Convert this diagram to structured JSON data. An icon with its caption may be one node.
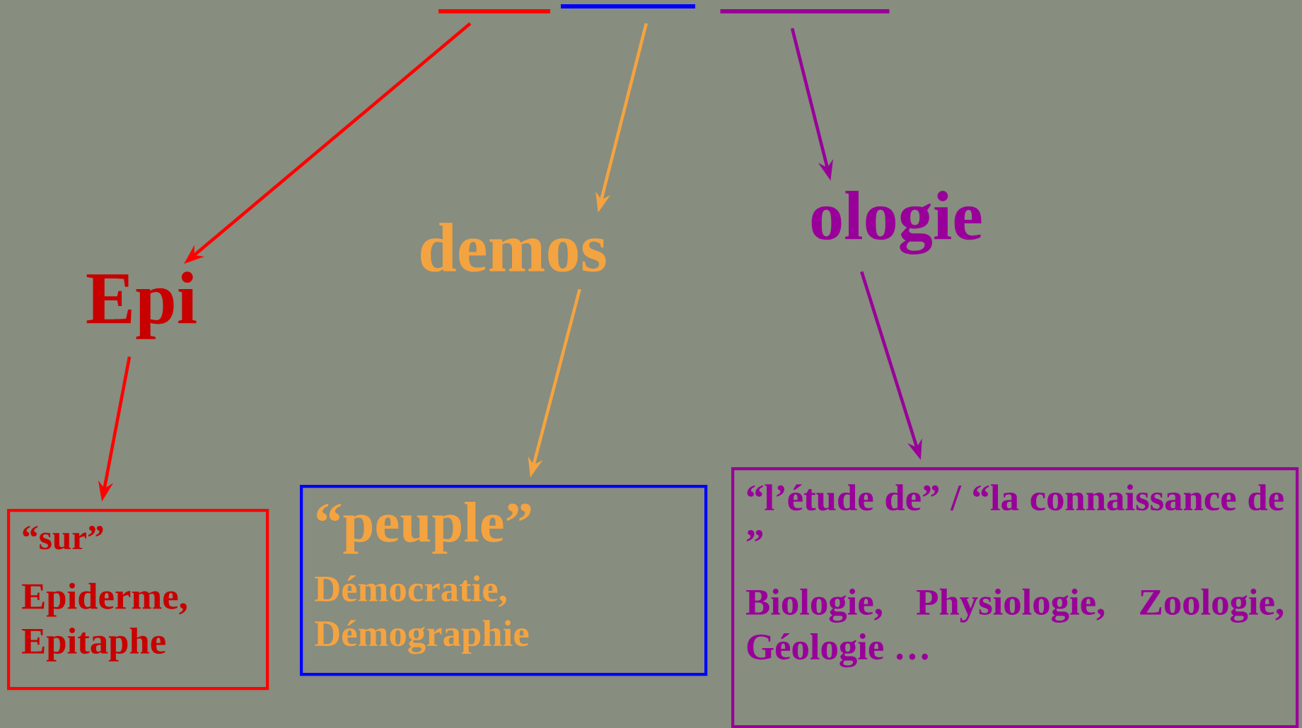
{
  "diagram": {
    "nodes": [
      {
        "text": [],
        "shape": "bar"
      },
      {
        "text": [],
        "shape": "bar"
      },
      {
        "text": [],
        "shape": "bar"
      },
      {
        "text": [
          "Epi"
        ]
      },
      {
        "text": [
          "demos"
        ]
      },
      {
        "text": [
          "ologie"
        ]
      },
      {
        "text": [
          "“sur”",
          "Epiderme, Epitaphe"
        ]
      },
      {
        "text": [
          "“peuple”",
          "Démocratie, Démographie"
        ]
      },
      {
        "text": [
          "“l’étude de” / “la connaissance de ”",
          "Biologie, Physiologie, Zoologie, Géologie …"
        ]
      }
    ],
    "edges": [
      {
        "from": 0,
        "to": 3,
        "arrow": "to",
        "color": "#ff0000"
      },
      {
        "from": 1,
        "to": 4,
        "arrow": "to",
        "color": "#f4a341"
      },
      {
        "from": 2,
        "to": 5,
        "arrow": "to",
        "color": "#990099"
      },
      {
        "from": 3,
        "to": 6,
        "arrow": "to",
        "color": "#ff0000"
      },
      {
        "from": 4,
        "to": 7,
        "arrow": "to",
        "color": "#f4a341"
      },
      {
        "from": 5,
        "to": 8,
        "arrow": "to",
        "color": "#990099"
      }
    ]
  }
}
